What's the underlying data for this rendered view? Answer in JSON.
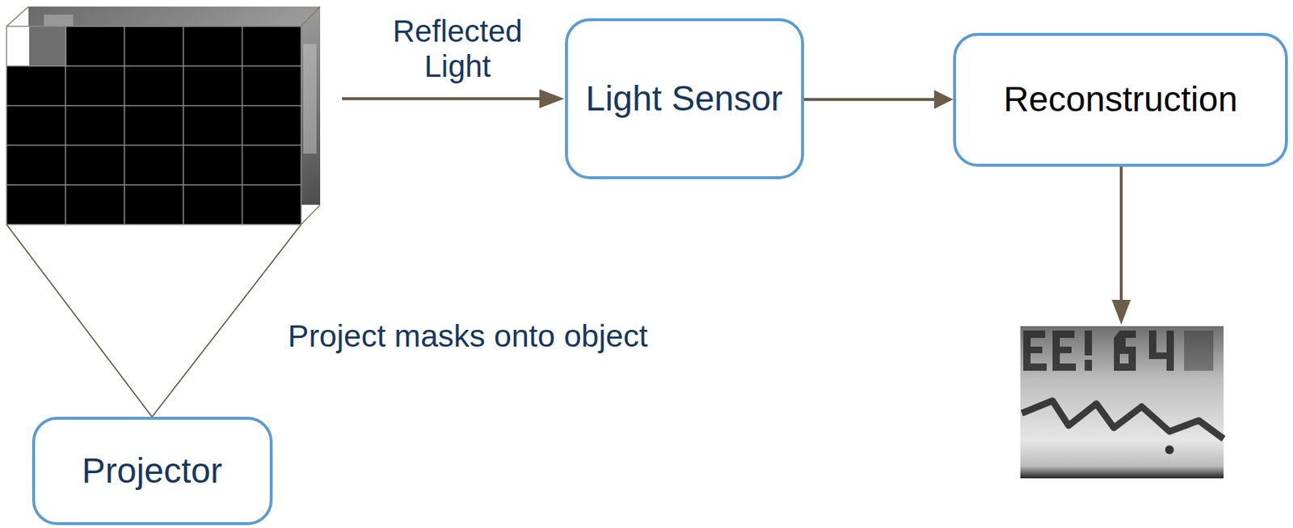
{
  "diagram": {
    "nodes": [
      {
        "text": [
          "Light Sensor"
        ]
      },
      {
        "text": [
          "Reconstruction"
        ]
      },
      {
        "text": [
          "Projector"
        ]
      }
    ],
    "edges": [
      {
        "from": 0,
        "to": 1,
        "arrow": "to"
      }
    ],
    "labels": [
      "Reflected Light",
      "Project masks onto object"
    ]
  }
}
